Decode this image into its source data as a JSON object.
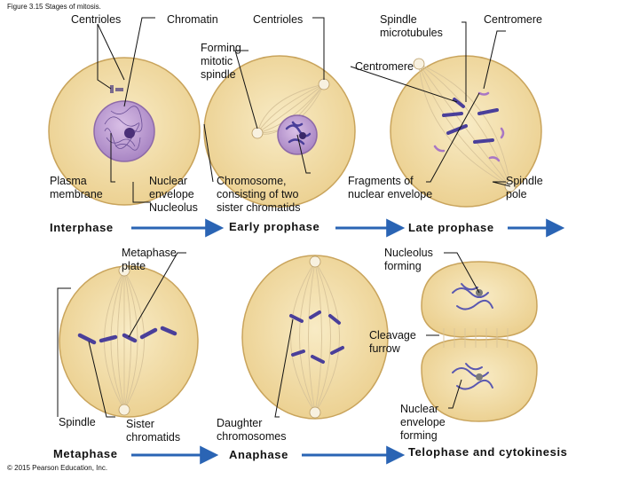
{
  "figure_title": "Figure 3.15 Stages of mitosis.",
  "copyright": "© 2015 Pearson Education, Inc.",
  "stages": {
    "interphase": "Interphase",
    "early_prophase": "Early prophase",
    "late_prophase": "Late prophase",
    "metaphase": "Metaphase",
    "anaphase": "Anaphase",
    "telophase": "Telophase and cytokinesis"
  },
  "labels": {
    "centrioles_1": "Centrioles",
    "chromatin": "Chromatin",
    "centrioles_2": "Centrioles",
    "spindle_microtubules": "Spindle\nmicrotubules",
    "centromere_1": "Centromere",
    "forming_mitotic_spindle": "Forming\nmitotic\nspindle",
    "centromere_2": "Centromere",
    "plasma_membrane": "Plasma\nmembrane",
    "nuclear_envelope": "Nuclear\nenvelope\nNucleolus",
    "chromosome": "Chromosome,\nconsisting of two\nsister chromatids",
    "fragments": "Fragments of\nnuclear envelope",
    "spindle_pole": "Spindle\npole",
    "metaphase_plate": "Metaphase\nplate",
    "nucleolus_forming": "Nucleolus\nforming",
    "cleavage_furrow": "Cleavage\nfurrow",
    "spindle": "Spindle",
    "sister_chromatids": "Sister\nchromatids",
    "daughter_chromosomes": "Daughter\nchromosomes",
    "nuclear_envelope_forming": "Nuclear\nenvelope\nforming"
  },
  "colors": {
    "cytoplasm": "#f2d9a0",
    "cell_border": "#c9a45c",
    "nucleus": "#c9a6d8",
    "chromosome": "#5a58b0",
    "arrow": "#2a64b4",
    "spindle": "#d8c49a"
  }
}
